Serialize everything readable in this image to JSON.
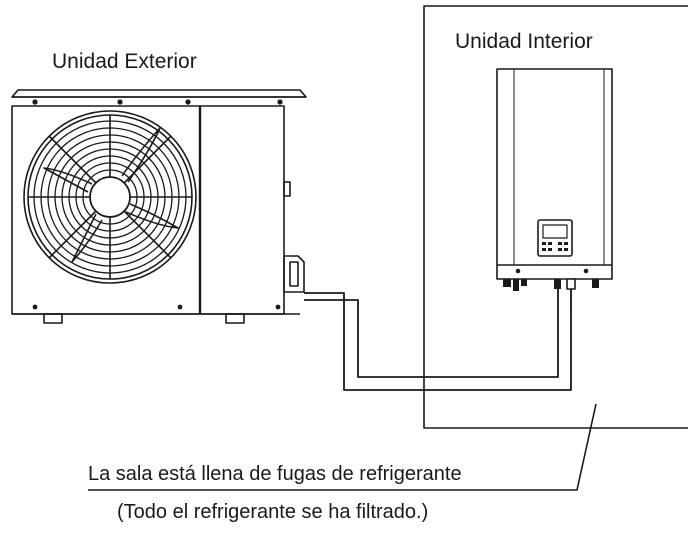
{
  "labels": {
    "outdoor_unit": "Unidad Exterior",
    "indoor_unit": "Unidad Interior",
    "caption": "La sala está llena de fugas de refrigerante",
    "note": "(Todo el refrigerante se ha filtrado.)"
  },
  "colors": {
    "line": "#1a1a1a",
    "background": "#ffffff"
  },
  "icons": {
    "outdoor": "outdoor-unit-fan",
    "indoor": "indoor-unit-control-panel"
  }
}
